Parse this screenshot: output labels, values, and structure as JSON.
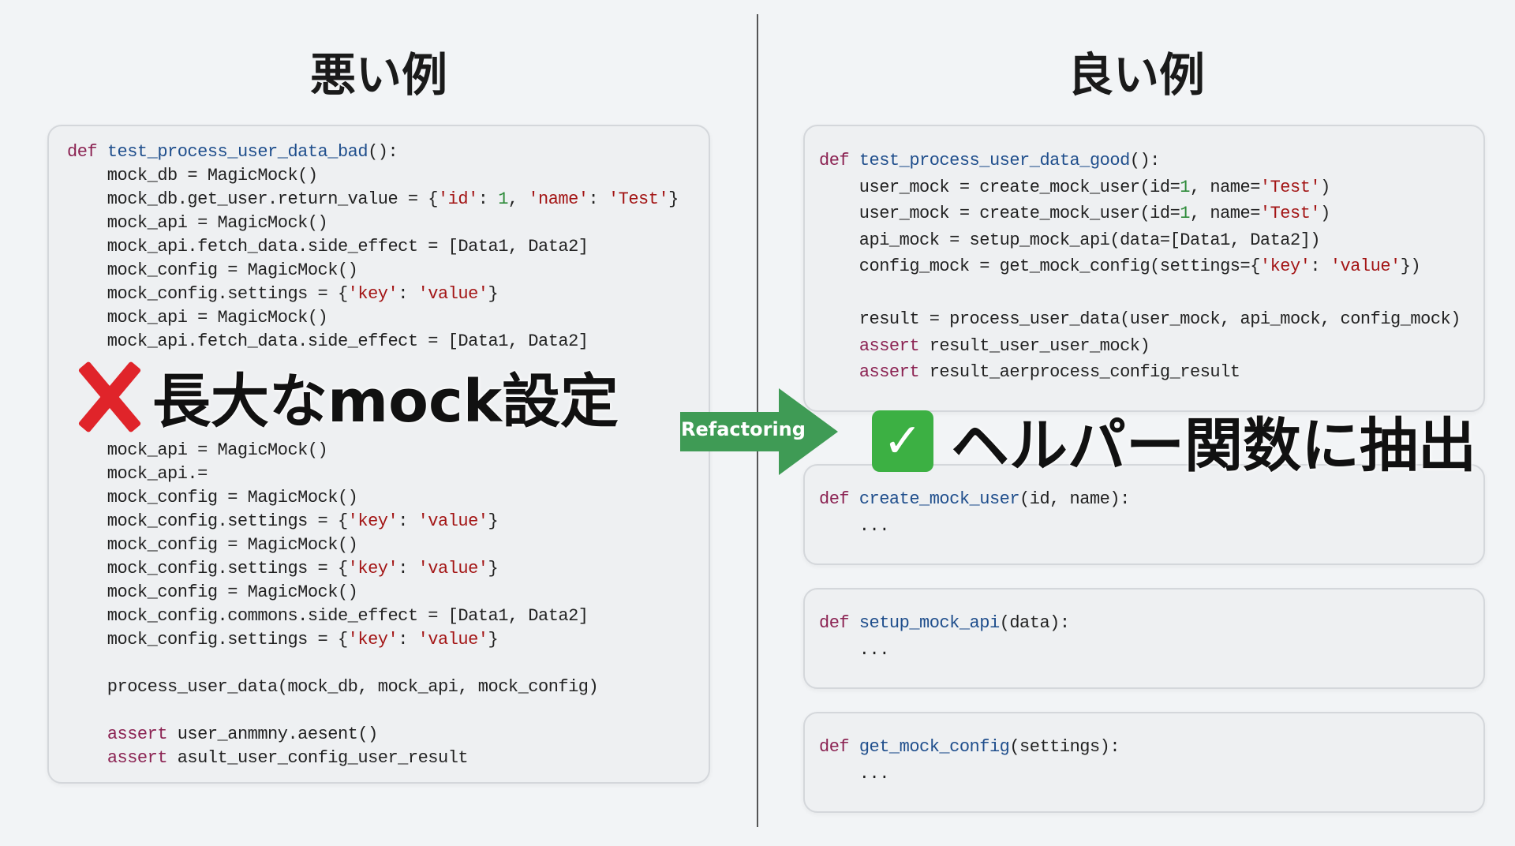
{
  "titles": {
    "bad": "悪い例",
    "good": "良い例"
  },
  "labels": {
    "bad": "長大なmock設定",
    "good": "ヘルパー関数に抽出",
    "arrow": "Refactoring",
    "check": "✓"
  },
  "icons": {
    "bad": "cross-mark-icon",
    "good": "check-mark-icon",
    "arrow": "arrow-right-icon"
  },
  "colors": {
    "keyword": "#8b2252",
    "function": "#1f4e8c",
    "string": "#a31515",
    "number": "#2e8b3a",
    "cross": "#e0242a",
    "check": "#3cb043",
    "arrow": "#3f9b55"
  },
  "bad_code": [
    [
      [
        "def ",
        "kw"
      ],
      [
        "test_process_user_data_bad",
        "fn"
      ],
      [
        "():",
        ""
      ]
    ],
    [
      [
        "    mock_db = MagicMock()",
        ""
      ]
    ],
    [
      [
        "    mock_db.get_user.return_value = {",
        ""
      ],
      [
        "'id'",
        "str"
      ],
      [
        ": ",
        ""
      ],
      [
        "1",
        "num"
      ],
      [
        ", ",
        ""
      ],
      [
        "'name'",
        "str"
      ],
      [
        ": ",
        ""
      ],
      [
        "'Test'",
        "str"
      ],
      [
        "}",
        ""
      ]
    ],
    [
      [
        "    mock_api = MagicMock()",
        ""
      ]
    ],
    [
      [
        "    mock_api.fetch_data.side_effect = [Data1, Data2]",
        ""
      ]
    ],
    [
      [
        "    mock_config = MagicMock()",
        ""
      ]
    ],
    [
      [
        "    mock_config.settings = {",
        ""
      ],
      [
        "'key'",
        "str"
      ],
      [
        ": ",
        ""
      ],
      [
        "'value'",
        "str"
      ],
      [
        "}",
        ""
      ]
    ],
    [
      [
        "    mock_api = MagicMock()",
        ""
      ]
    ],
    [
      [
        "    mock_api.fetch_data.side_effect = [Data1, Data2]",
        ""
      ]
    ],
    [
      [
        "    mock_api = MagicMock()",
        ""
      ]
    ],
    [
      [
        "    mock_api.= ",
        ""
      ]
    ],
    [
      [
        "    mock_config = MagicMock()",
        ""
      ]
    ],
    [
      [
        "    mock_config.settings = {",
        ""
      ],
      [
        "'key'",
        "str"
      ],
      [
        ": ",
        ""
      ],
      [
        "'value'",
        "str"
      ],
      [
        "}",
        ""
      ]
    ],
    [
      [
        "    mock_config = MagicMock()",
        ""
      ]
    ],
    [
      [
        "    mock_config.settings = {",
        ""
      ],
      [
        "'key'",
        "str"
      ],
      [
        ": ",
        ""
      ],
      [
        "'value'",
        "str"
      ],
      [
        "}",
        ""
      ]
    ],
    [
      [
        "    mock_config = MagicMock()",
        ""
      ]
    ],
    [
      [
        "    mock_config.commons.side_effect = [Data1, Data2]",
        ""
      ]
    ],
    [
      [
        "    mock_config.settings = {",
        ""
      ],
      [
        "'key'",
        "str"
      ],
      [
        ": ",
        ""
      ],
      [
        "'value'",
        "str"
      ],
      [
        "}",
        ""
      ]
    ],
    [
      [
        "",
        ""
      ]
    ],
    [
      [
        "    process_user_data(mock_db, mock_api, mock_config)",
        ""
      ]
    ],
    [
      [
        "",
        ""
      ]
    ],
    [
      [
        "    ",
        ""
      ],
      [
        "assert",
        "kw"
      ],
      [
        " user_anmmny.aesent()",
        ""
      ]
    ],
    [
      [
        "    ",
        ""
      ],
      [
        "assert",
        "kw"
      ],
      [
        " asult_user_config_user_result",
        ""
      ]
    ]
  ],
  "good_code": [
    [
      [
        "def ",
        "kw"
      ],
      [
        "test_process_user_data_good",
        "fn"
      ],
      [
        "():",
        ""
      ]
    ],
    [
      [
        "    user_mock = create_mock_user(id=",
        ""
      ],
      [
        "1",
        "num"
      ],
      [
        ", name=",
        ""
      ],
      [
        "'Test'",
        "str"
      ],
      [
        ")",
        ""
      ]
    ],
    [
      [
        "    user_mock = create_mock_user(id=",
        ""
      ],
      [
        "1",
        "num"
      ],
      [
        ", name=",
        ""
      ],
      [
        "'Test'",
        "str"
      ],
      [
        ")",
        ""
      ]
    ],
    [
      [
        "    api_mock = setup_mock_api(data=[Data1, Data2])",
        ""
      ]
    ],
    [
      [
        "    config_mock = get_mock_config(settings={",
        ""
      ],
      [
        "'key'",
        "str"
      ],
      [
        ": ",
        ""
      ],
      [
        "'value'",
        "str"
      ],
      [
        "})",
        ""
      ]
    ],
    [
      [
        "",
        ""
      ]
    ],
    [
      [
        "    result = process_user_data(user_mock, api_mock, config_mock)",
        ""
      ]
    ],
    [
      [
        "    ",
        ""
      ],
      [
        "assert",
        "kw"
      ],
      [
        " result_user_user_mock)",
        ""
      ]
    ],
    [
      [
        "    ",
        ""
      ],
      [
        "assert",
        "kw"
      ],
      [
        " result_aerprocess_config_result",
        ""
      ]
    ]
  ],
  "helper1": [
    [
      [
        "def ",
        "kw"
      ],
      [
        "create_mock_user",
        "fn"
      ],
      [
        "(id, name):",
        ""
      ]
    ],
    [
      [
        "    ...",
        ""
      ]
    ]
  ],
  "helper2": [
    [
      [
        "def ",
        "kw"
      ],
      [
        "setup_mock_api",
        "fn"
      ],
      [
        "(data):",
        ""
      ]
    ],
    [
      [
        "    ...",
        ""
      ]
    ]
  ],
  "helper3": [
    [
      [
        "def ",
        "kw"
      ],
      [
        "get_mock_config",
        "fn"
      ],
      [
        "(settings):",
        ""
      ]
    ],
    [
      [
        "    ...",
        ""
      ]
    ]
  ]
}
